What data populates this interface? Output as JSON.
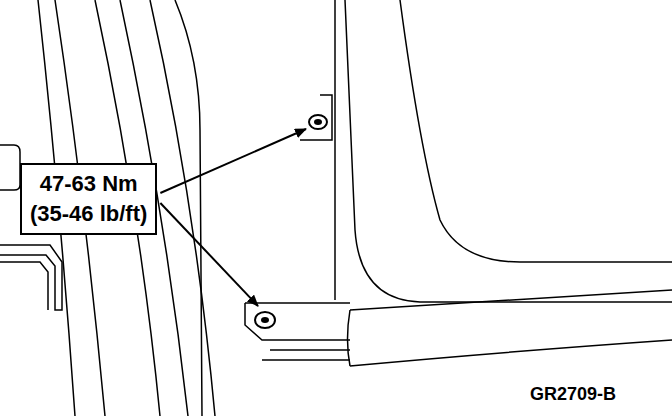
{
  "diagram": {
    "nodes": [
      {
        "text": [
          "47-63 Nm",
          "(35-46 lb/ft)"
        ]
      }
    ],
    "labels": [
      "GR2709-B"
    ]
  }
}
